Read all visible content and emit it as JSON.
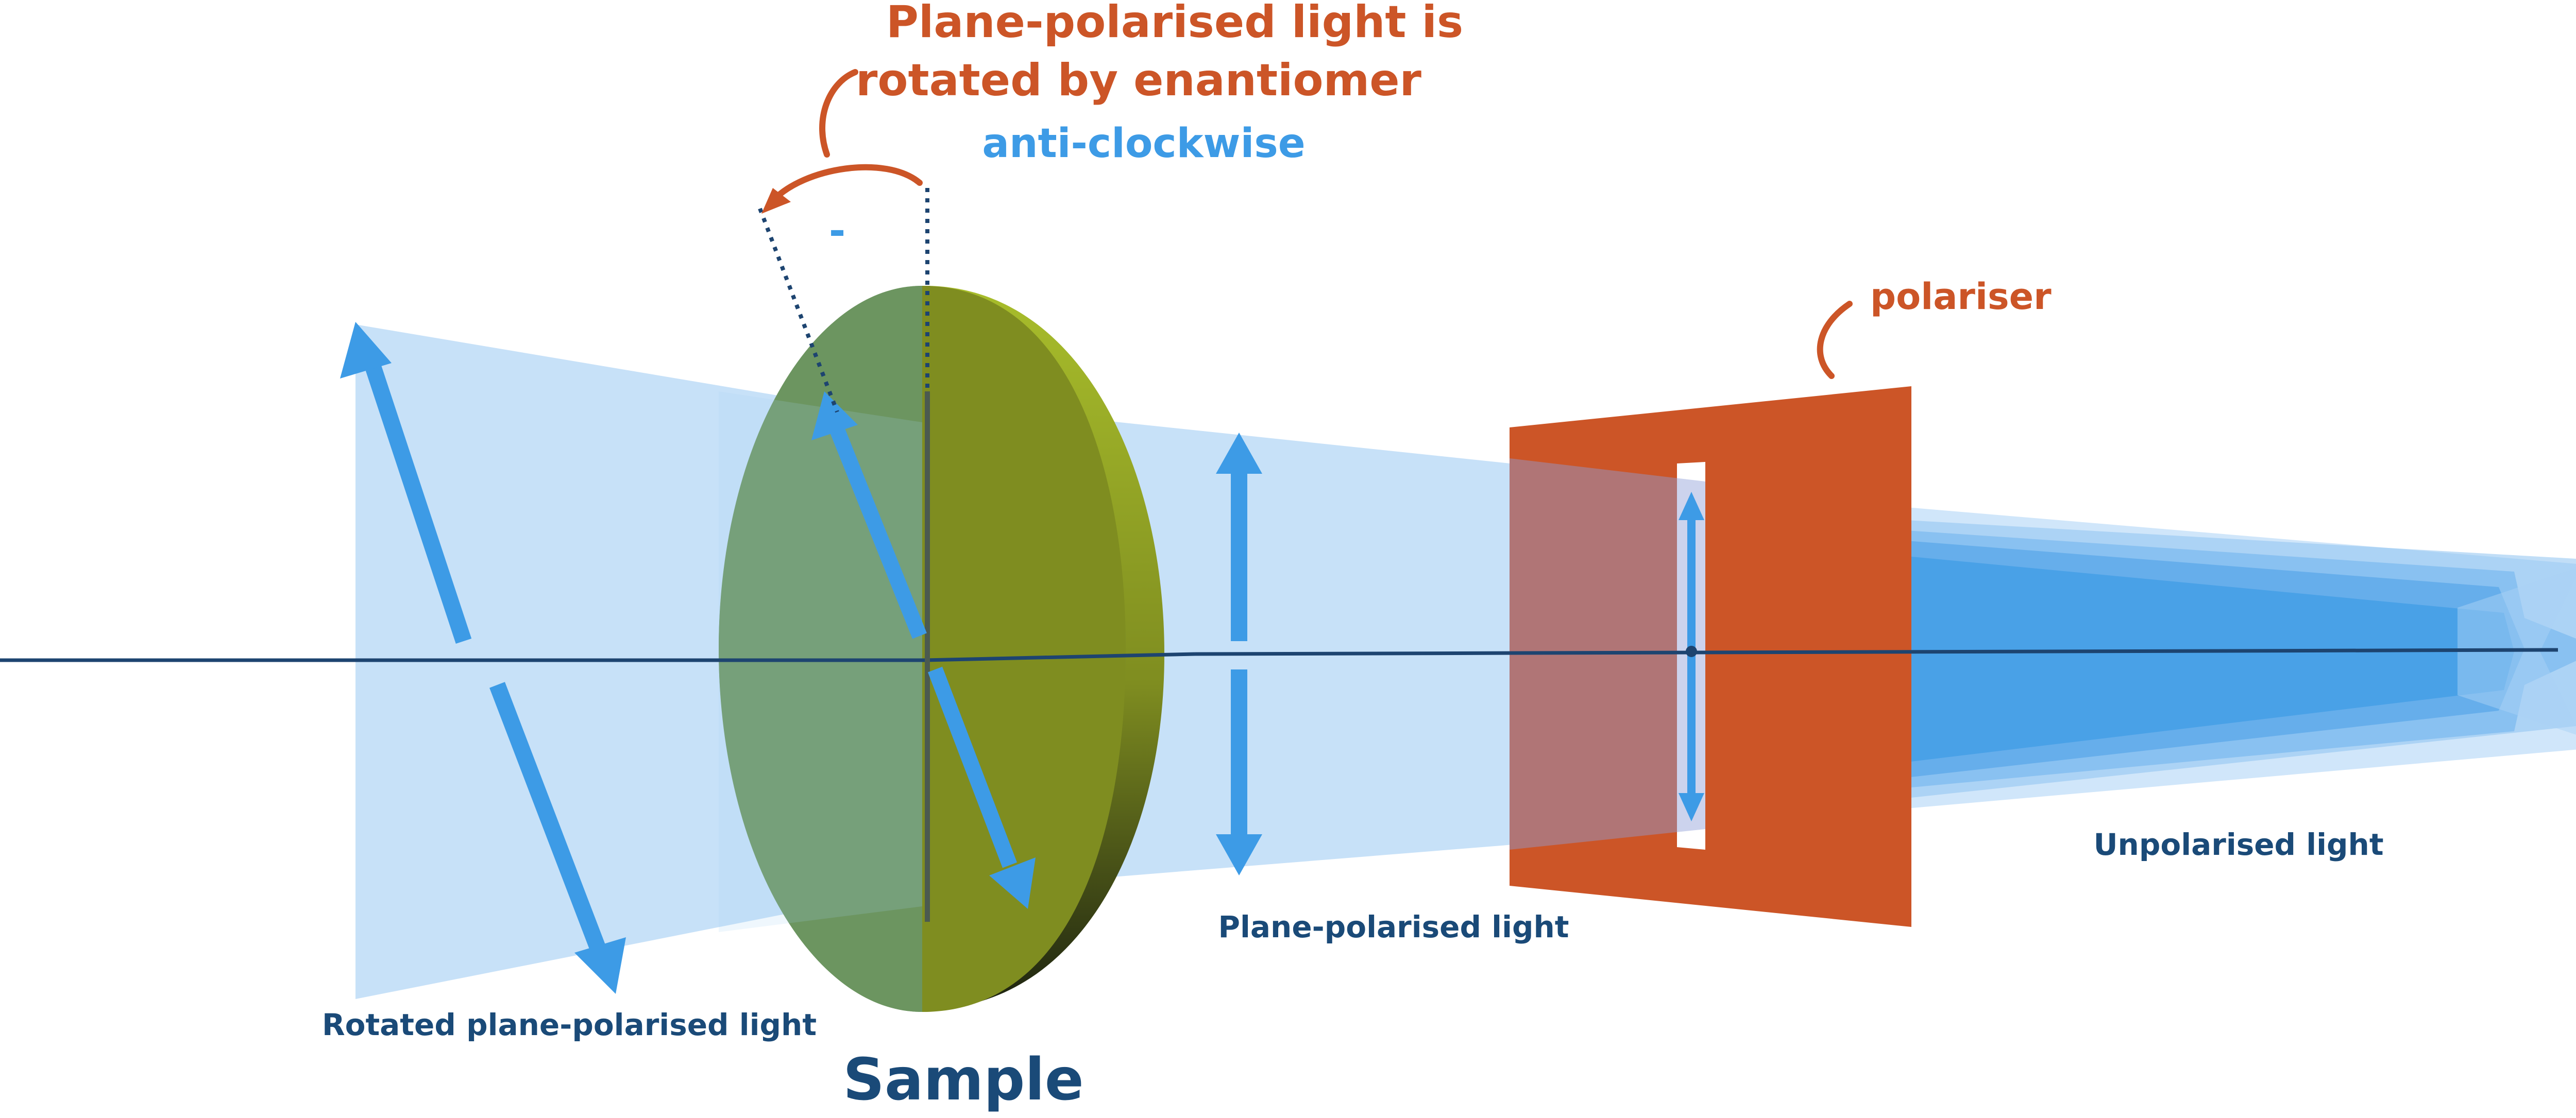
{
  "colors": {
    "light_beam": "#a9d1f5",
    "arrow_blue": "#3d9be6",
    "axis_dark": "#1d4470",
    "label_dark": "#1a4a78",
    "annotation_orange": "#cc5527",
    "polariser_orange": "#cc5527",
    "sample_front": "#6c9560",
    "sample_rim": "#8a9d25",
    "sample_rim_dark": "#1c2210",
    "highlight_blue": "#3d9be6"
  },
  "labels": {
    "annotation_line1": "Plane-polarised light is",
    "annotation_line2": "rotated by enantiomer",
    "direction": "anti-clockwise",
    "rotation_sign": "-",
    "polariser": "polariser",
    "unpolarised": "Unpolarised light",
    "plane_polarised": "Plane-polarised light",
    "rotated": "Rotated plane-polarised light",
    "sample": "Sample"
  },
  "icons": [
    "double-headed-arrow-icon",
    "curved-arrow-icon"
  ]
}
